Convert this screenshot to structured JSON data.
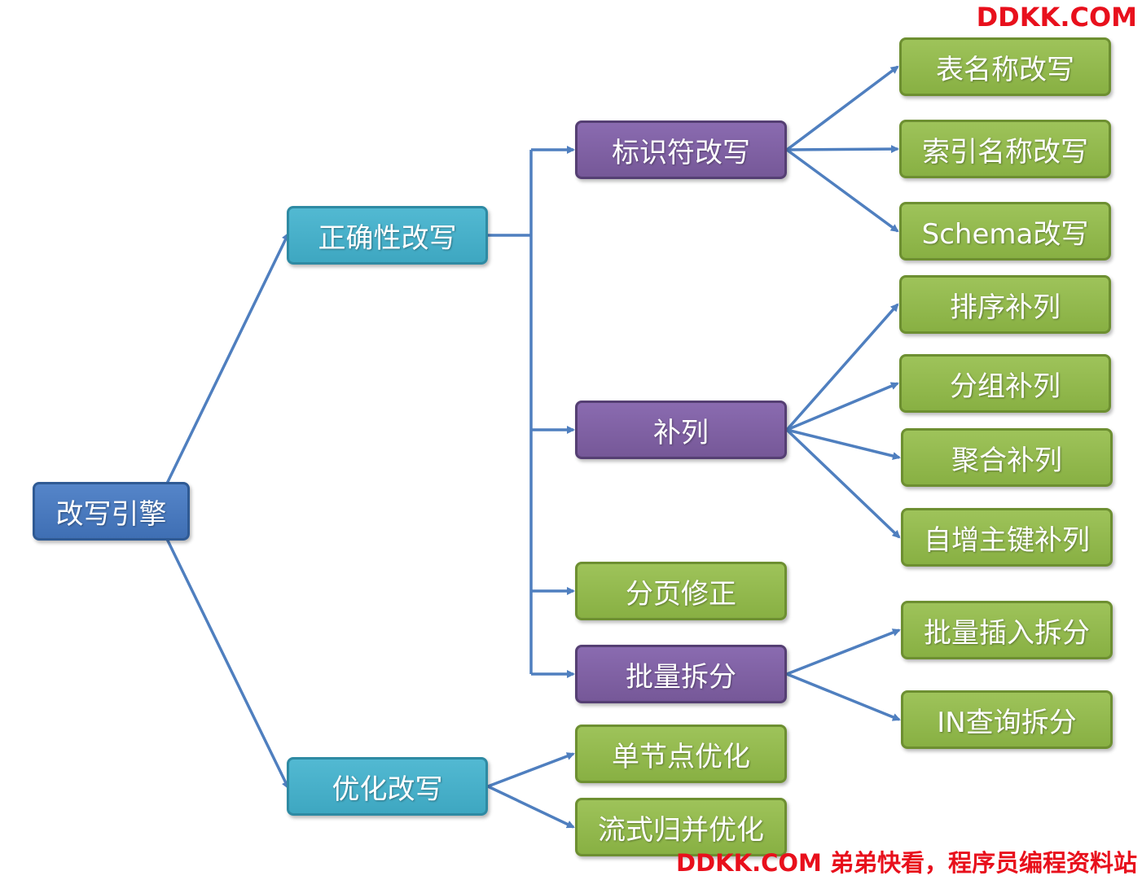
{
  "colors": {
    "connector": "#4f7fbf",
    "root": "#4676bd",
    "level1": "#45afc8",
    "level2": "#7b5f9e",
    "leaf": "#8fb84c",
    "watermark": "#e8101c"
  },
  "diagram": {
    "root": "改写引擎",
    "correctness": {
      "label": "正确性改写",
      "identifier": {
        "label": "标识符改写",
        "children": [
          "表名称改写",
          "索引名称改写",
          "Schema改写"
        ]
      },
      "fill_column": {
        "label": "补列",
        "children": [
          "排序补列",
          "分组补列",
          "聚合补列",
          "自增主键补列"
        ]
      },
      "pagination": {
        "label": "分页修正"
      },
      "batch_split": {
        "label": "批量拆分",
        "children": [
          "批量插入拆分",
          "IN查询拆分"
        ]
      }
    },
    "optimization": {
      "label": "优化改写",
      "children": [
        "单节点优化",
        "流式归并优化"
      ]
    }
  },
  "watermark": {
    "top": "DDKK.COM",
    "bottom": "DDKK.COM 弟弟快看，程序员编程资料站"
  }
}
